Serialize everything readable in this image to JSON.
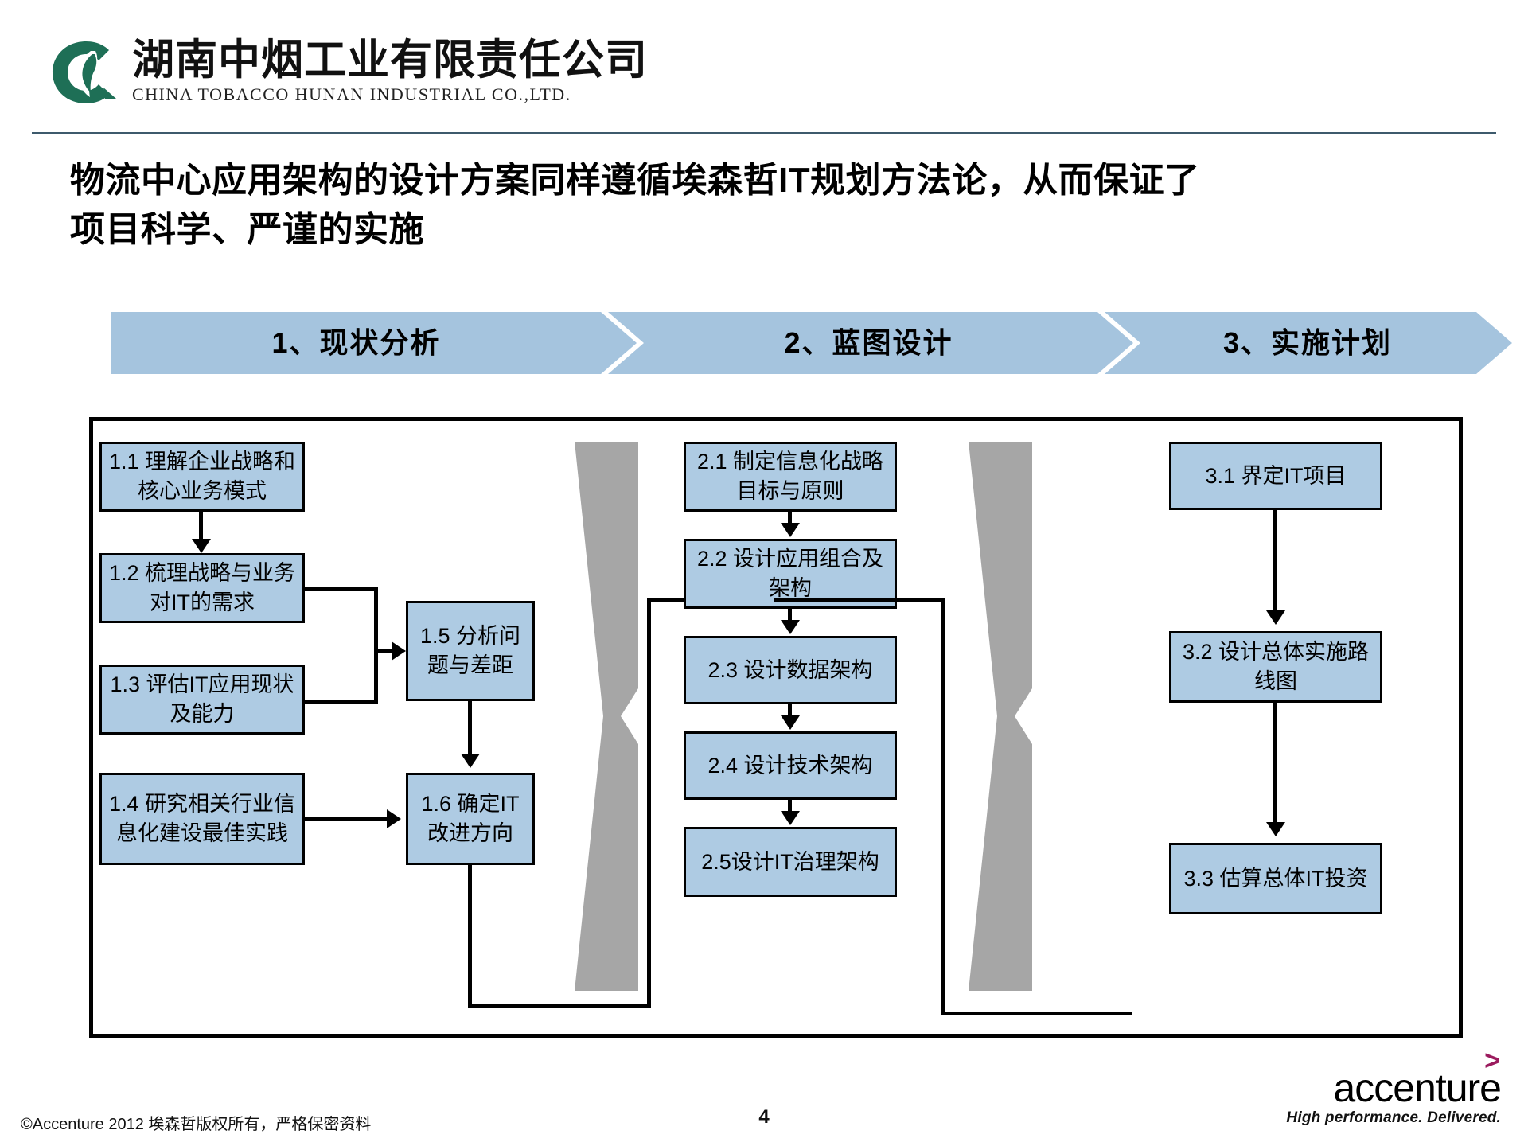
{
  "header": {
    "company_cn": "湖南中烟工业有限责任公司",
    "company_en": "CHINA TOBACCO HUNAN INDUSTRIAL CO.,LTD.",
    "logo_icon": "tobacco-leaf-logo"
  },
  "title": {
    "line1": "物流中心应用架构的设计方案同样遵循埃森哲IT规划方法论，从而保证了",
    "line2": "项目科学、严谨的实施"
  },
  "phases": [
    {
      "label": "1、现状分析"
    },
    {
      "label": "2、蓝图设计"
    },
    {
      "label": "3、实施计划"
    }
  ],
  "steps": {
    "phase1": [
      {
        "id": "1.1",
        "text": "1.1 理解企业战略和核心业务模式"
      },
      {
        "id": "1.2",
        "text": "1.2 梳理战略与业务对IT的需求"
      },
      {
        "id": "1.3",
        "text": "1.3 评估IT应用现状及能力"
      },
      {
        "id": "1.4",
        "text": "1.4 研究相关行业信息化建设最佳实践"
      },
      {
        "id": "1.5",
        "text": "1.5  分析问题与差距"
      },
      {
        "id": "1.6",
        "text": "1.6  确定IT改进方向"
      }
    ],
    "phase2": [
      {
        "id": "2.1",
        "text": "2.1 制定信息化战略目标与原则"
      },
      {
        "id": "2.2",
        "text": "2.2 设计应用组合及架构"
      },
      {
        "id": "2.3",
        "text": "2.3 设计数据架构"
      },
      {
        "id": "2.4",
        "text": "2.4 设计技术架构"
      },
      {
        "id": "2.5",
        "text": "2.5设计IT治理架构"
      }
    ],
    "phase3": [
      {
        "id": "3.1",
        "text": "3.1 界定IT项目"
      },
      {
        "id": "3.2",
        "text": "3.2 设计总体实施路线图"
      },
      {
        "id": "3.3",
        "text": "3.3 估算总体IT投资"
      }
    ]
  },
  "footer": {
    "copyright": "©Accenture 2012 埃森哲版权所有，严格保密资料",
    "page_number": "4",
    "brand": "accenture",
    "tagline": "High performance. Delivered."
  },
  "colors": {
    "box_fill": "#aecbe3",
    "chevron_fill": "#a5c4de",
    "funnel_fill": "#a6a6a6",
    "rule": "#3d5a6c",
    "logo_green": "#1e6f56",
    "accent_magenta": "#9b1b5e"
  }
}
